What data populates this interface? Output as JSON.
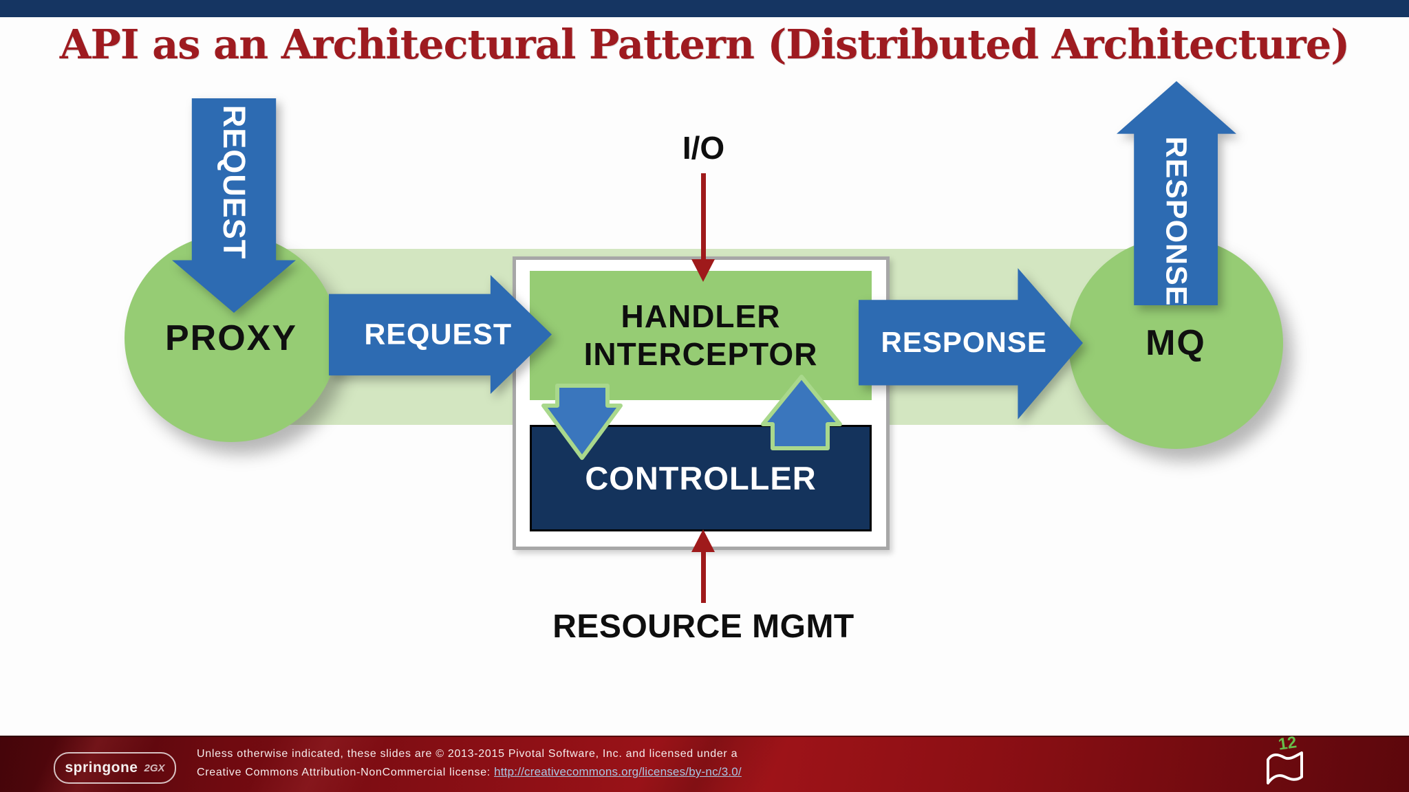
{
  "slide": {
    "title": "API as an Architectural Pattern (Distributed Architecture)"
  },
  "diagram": {
    "proxy_label": "PROXY",
    "mq_label": "MQ",
    "request_down_label": "REQUEST",
    "request_label": "REQUEST",
    "response_label": "RESPONSE",
    "response_up_label": "RESPONSE",
    "handler_line1": "HANDLER",
    "handler_line2": "INTERCEPTOR",
    "controller_label": "CONTROLLER",
    "io_label": "I/O",
    "resource_mgmt_label": "RESOURCE MGMT"
  },
  "footer": {
    "logo_text": "springone",
    "logo_suffix": "2GX",
    "license_line1": "Unless otherwise indicated, these slides are © 2013-2015 Pivotal Software, Inc. and licensed under a",
    "license_line2_prefix": "Creative Commons Attribution-NonCommercial license: ",
    "license_link": "http://creativecommons.org/licenses/by-nc/3.0/",
    "page_number": "12"
  },
  "colors": {
    "top_bar_navy": "#153562",
    "title_red": "#9e1b20",
    "shape_green": "#96cc74",
    "band_green": "#d3e6c1",
    "arrow_blue": "#2d6bb2",
    "mini_arrow_blue": "#3a76bd",
    "mini_arrow_outline_green": "#a9d88c",
    "controller_navy": "#14335c",
    "red_arrow": "#9f1a1b",
    "footer_red": "#8f1016",
    "link_blue": "#a9c6e4",
    "page_number_green": "#67bd4a"
  }
}
